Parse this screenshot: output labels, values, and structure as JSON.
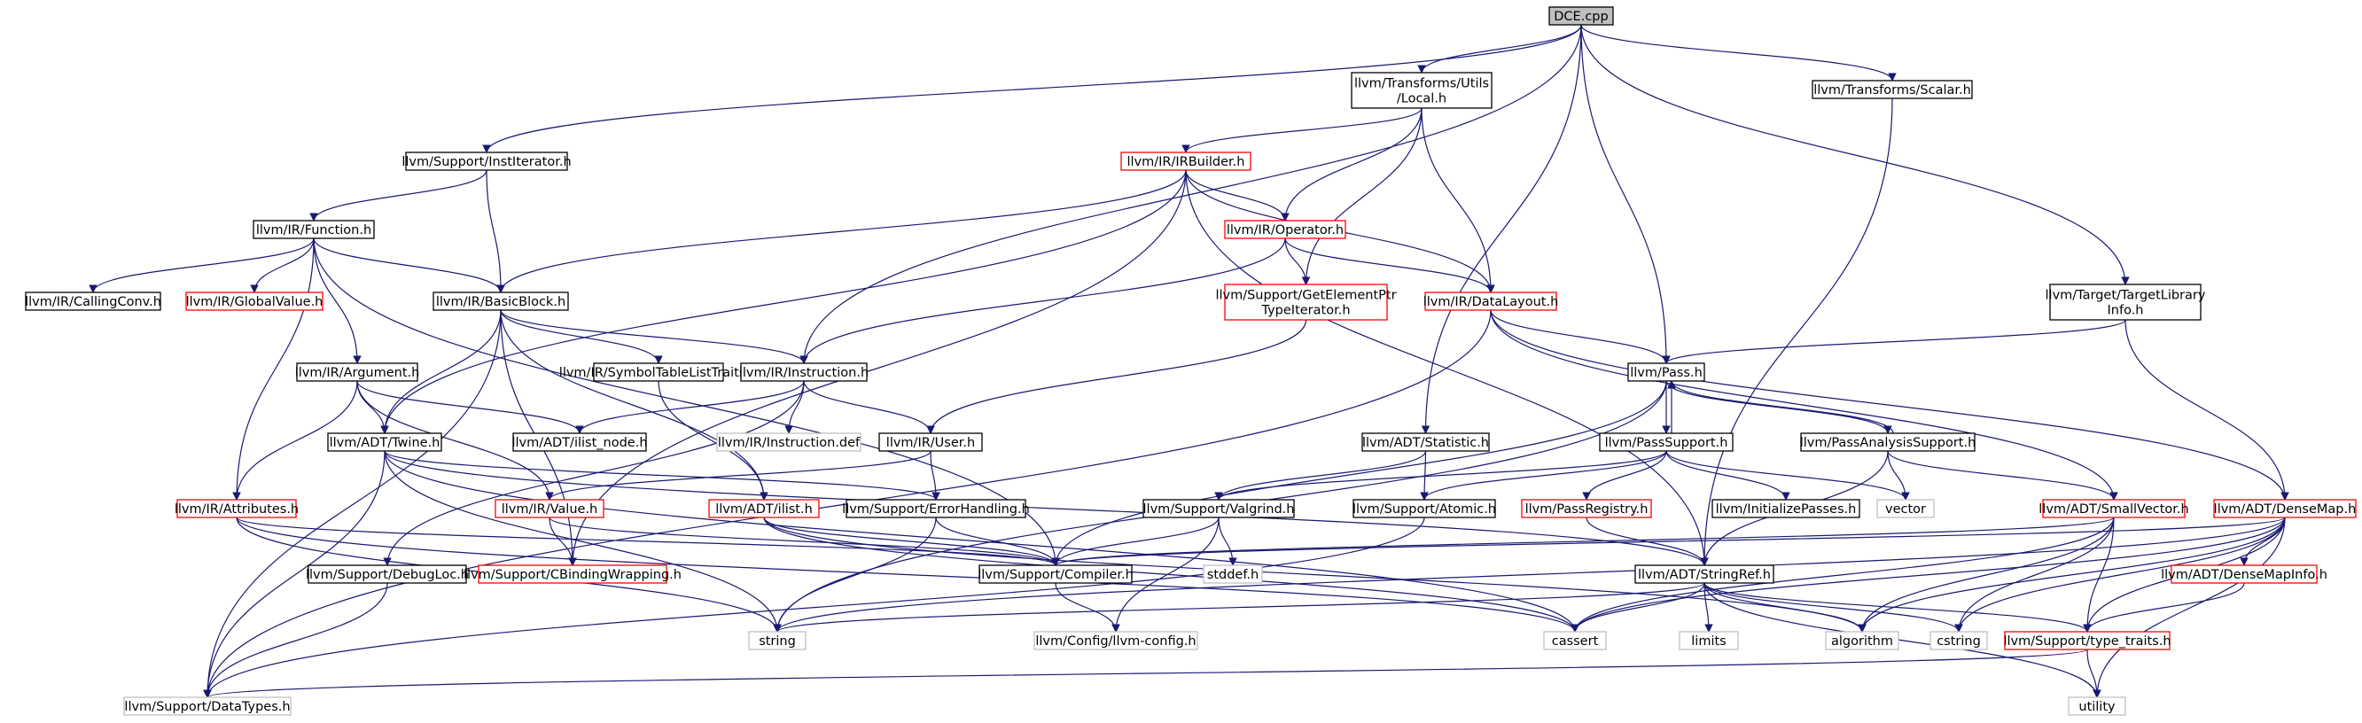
{
  "diagram": {
    "type": "include-dependency-graph",
    "colors": {
      "edge": "#191970",
      "documented_border": "#000000",
      "undocumented_border": "#ff0000",
      "system_border": "#bfbfbf",
      "root_fill": "#bfbfbf",
      "fill": "#ffffff"
    },
    "nodes": [
      {
        "id": "n0",
        "lines": [
          "DCE.cpp"
        ],
        "kind": "root"
      },
      {
        "id": "n1",
        "lines": [
          "llvm/Transforms/Utils",
          "/Local.h"
        ],
        "kind": "documented"
      },
      {
        "id": "n2",
        "lines": [
          "llvm/Transforms/Scalar.h"
        ],
        "kind": "documented"
      },
      {
        "id": "n3",
        "lines": [
          "llvm/Support/InstIterator.h"
        ],
        "kind": "documented"
      },
      {
        "id": "n4",
        "lines": [
          "llvm/IR/IRBuilder.h"
        ],
        "kind": "undocumented"
      },
      {
        "id": "n5",
        "lines": [
          "llvm/IR/Function.h"
        ],
        "kind": "documented"
      },
      {
        "id": "n6",
        "lines": [
          "llvm/IR/Operator.h"
        ],
        "kind": "undocumented"
      },
      {
        "id": "n7",
        "lines": [
          "llvm/IR/CallingConv.h"
        ],
        "kind": "documented"
      },
      {
        "id": "n8",
        "lines": [
          "llvm/IR/GlobalValue.h"
        ],
        "kind": "undocumented"
      },
      {
        "id": "n9",
        "lines": [
          "llvm/IR/BasicBlock.h"
        ],
        "kind": "documented"
      },
      {
        "id": "n10",
        "lines": [
          "llvm/Support/GetElementPtr",
          "TypeIterator.h"
        ],
        "kind": "undocumented"
      },
      {
        "id": "n11",
        "lines": [
          "llvm/IR/DataLayout.h"
        ],
        "kind": "undocumented"
      },
      {
        "id": "n12",
        "lines": [
          "llvm/Target/TargetLibrary",
          "Info.h"
        ],
        "kind": "documented"
      },
      {
        "id": "n13",
        "lines": [
          "llvm/IR/Argument.h"
        ],
        "kind": "documented"
      },
      {
        "id": "n14",
        "lines": [
          "llvm/IR/SymbolTableListTraits.h"
        ],
        "kind": "documented"
      },
      {
        "id": "n15",
        "lines": [
          "llvm/IR/Instruction.h"
        ],
        "kind": "documented"
      },
      {
        "id": "n16",
        "lines": [
          "llvm/Pass.h"
        ],
        "kind": "documented"
      },
      {
        "id": "n17",
        "lines": [
          "llvm/ADT/Twine.h"
        ],
        "kind": "documented"
      },
      {
        "id": "n18",
        "lines": [
          "llvm/ADT/ilist_node.h"
        ],
        "kind": "documented"
      },
      {
        "id": "n19",
        "lines": [
          "llvm/IR/Instruction.def"
        ],
        "kind": "system"
      },
      {
        "id": "n20",
        "lines": [
          "llvm/IR/User.h"
        ],
        "kind": "documented"
      },
      {
        "id": "n21",
        "lines": [
          "llvm/ADT/Statistic.h"
        ],
        "kind": "documented"
      },
      {
        "id": "n22",
        "lines": [
          "llvm/PassSupport.h"
        ],
        "kind": "documented"
      },
      {
        "id": "n23",
        "lines": [
          "llvm/PassAnalysisSupport.h"
        ],
        "kind": "documented"
      },
      {
        "id": "n24",
        "lines": [
          "llvm/IR/Attributes.h"
        ],
        "kind": "undocumented"
      },
      {
        "id": "n25",
        "lines": [
          "llvm/IR/Value.h"
        ],
        "kind": "undocumented"
      },
      {
        "id": "n26",
        "lines": [
          "llvm/ADT/ilist.h"
        ],
        "kind": "undocumented"
      },
      {
        "id": "n27",
        "lines": [
          "llvm/Support/ErrorHandling.h"
        ],
        "kind": "documented"
      },
      {
        "id": "n28",
        "lines": [
          "llvm/Support/Valgrind.h"
        ],
        "kind": "documented"
      },
      {
        "id": "n29",
        "lines": [
          "llvm/Support/Atomic.h"
        ],
        "kind": "documented"
      },
      {
        "id": "n30",
        "lines": [
          "llvm/PassRegistry.h"
        ],
        "kind": "undocumented"
      },
      {
        "id": "n31",
        "lines": [
          "llvm/InitializePasses.h"
        ],
        "kind": "documented"
      },
      {
        "id": "n32",
        "lines": [
          "vector"
        ],
        "kind": "system"
      },
      {
        "id": "n33",
        "lines": [
          "llvm/ADT/SmallVector.h"
        ],
        "kind": "undocumented"
      },
      {
        "id": "n34",
        "lines": [
          "llvm/ADT/DenseMap.h"
        ],
        "kind": "undocumented"
      },
      {
        "id": "n35",
        "lines": [
          "llvm/Support/DebugLoc.h"
        ],
        "kind": "documented"
      },
      {
        "id": "n36",
        "lines": [
          "llvm/Support/CBindingWrapping.h"
        ],
        "kind": "undocumented"
      },
      {
        "id": "n37",
        "lines": [
          "llvm/Support/Compiler.h"
        ],
        "kind": "documented"
      },
      {
        "id": "n38",
        "lines": [
          "stddef.h"
        ],
        "kind": "system"
      },
      {
        "id": "n39",
        "lines": [
          "llvm/ADT/StringRef.h"
        ],
        "kind": "documented"
      },
      {
        "id": "n40",
        "lines": [
          "llvm/ADT/DenseMapInfo.h"
        ],
        "kind": "undocumented"
      },
      {
        "id": "n41",
        "lines": [
          "string"
        ],
        "kind": "system"
      },
      {
        "id": "n42",
        "lines": [
          "cassert"
        ],
        "kind": "system"
      },
      {
        "id": "n43",
        "lines": [
          "llvm/Config/llvm-config.h"
        ],
        "kind": "system"
      },
      {
        "id": "n44",
        "lines": [
          "limits"
        ],
        "kind": "system"
      },
      {
        "id": "n45",
        "lines": [
          "algorithm"
        ],
        "kind": "system"
      },
      {
        "id": "n46",
        "lines": [
          "cstring"
        ],
        "kind": "system"
      },
      {
        "id": "n47",
        "lines": [
          "llvm/Support/type_traits.h"
        ],
        "kind": "undocumented"
      },
      {
        "id": "n48",
        "lines": [
          "llvm/Support/DataTypes.h"
        ],
        "kind": "system"
      },
      {
        "id": "n49",
        "lines": [
          "utility"
        ],
        "kind": "system"
      }
    ],
    "edges": [
      [
        "n0",
        "n1"
      ],
      [
        "n0",
        "n2"
      ],
      [
        "n0",
        "n3"
      ],
      [
        "n0",
        "n15"
      ],
      [
        "n0",
        "n16"
      ],
      [
        "n0",
        "n21"
      ],
      [
        "n0",
        "n12"
      ],
      [
        "n1",
        "n4"
      ],
      [
        "n1",
        "n6"
      ],
      [
        "n1",
        "n10"
      ],
      [
        "n1",
        "n11"
      ],
      [
        "n2",
        "n39"
      ],
      [
        "n3",
        "n5"
      ],
      [
        "n3",
        "n9"
      ],
      [
        "n4",
        "n6"
      ],
      [
        "n4",
        "n11"
      ],
      [
        "n4",
        "n9"
      ],
      [
        "n4",
        "n17"
      ],
      [
        "n4",
        "n36"
      ],
      [
        "n4",
        "n39"
      ],
      [
        "n5",
        "n7"
      ],
      [
        "n5",
        "n8"
      ],
      [
        "n5",
        "n9"
      ],
      [
        "n5",
        "n13"
      ],
      [
        "n5",
        "n24"
      ],
      [
        "n5",
        "n37"
      ],
      [
        "n6",
        "n10"
      ],
      [
        "n6",
        "n11"
      ],
      [
        "n6",
        "n15"
      ],
      [
        "n9",
        "n15"
      ],
      [
        "n9",
        "n14"
      ],
      [
        "n9",
        "n17"
      ],
      [
        "n9",
        "n26"
      ],
      [
        "n9",
        "n36"
      ],
      [
        "n9",
        "n48"
      ],
      [
        "n10",
        "n20"
      ],
      [
        "n11",
        "n16"
      ],
      [
        "n11",
        "n34"
      ],
      [
        "n11",
        "n33"
      ],
      [
        "n11",
        "n48"
      ],
      [
        "n12",
        "n16"
      ],
      [
        "n12",
        "n34"
      ],
      [
        "n13",
        "n17"
      ],
      [
        "n13",
        "n18"
      ],
      [
        "n13",
        "n24"
      ],
      [
        "n13",
        "n25"
      ],
      [
        "n14",
        "n26"
      ],
      [
        "n15",
        "n18"
      ],
      [
        "n15",
        "n19"
      ],
      [
        "n15",
        "n20"
      ],
      [
        "n15",
        "n35"
      ],
      [
        "n16",
        "n22"
      ],
      [
        "n16",
        "n23"
      ],
      [
        "n16",
        "n37"
      ],
      [
        "n16",
        "n41"
      ],
      [
        "n17",
        "n39"
      ],
      [
        "n17",
        "n27"
      ],
      [
        "n17",
        "n42"
      ],
      [
        "n17",
        "n41"
      ],
      [
        "n17",
        "n48"
      ],
      [
        "n20",
        "n25"
      ],
      [
        "n20",
        "n27"
      ],
      [
        "n21",
        "n28"
      ],
      [
        "n21",
        "n29"
      ],
      [
        "n22",
        "n16"
      ],
      [
        "n22",
        "n28"
      ],
      [
        "n22",
        "n29"
      ],
      [
        "n22",
        "n30"
      ],
      [
        "n22",
        "n31"
      ],
      [
        "n22",
        "n32"
      ],
      [
        "n23",
        "n16"
      ],
      [
        "n23",
        "n32"
      ],
      [
        "n23",
        "n33"
      ],
      [
        "n23",
        "n39"
      ],
      [
        "n24",
        "n37"
      ],
      [
        "n24",
        "n41"
      ],
      [
        "n24",
        "n42"
      ],
      [
        "n25",
        "n36"
      ],
      [
        "n25",
        "n37"
      ],
      [
        "n26",
        "n37"
      ],
      [
        "n26",
        "n42"
      ],
      [
        "n26",
        "n45"
      ],
      [
        "n27",
        "n37"
      ],
      [
        "n27",
        "n41"
      ],
      [
        "n28",
        "n37"
      ],
      [
        "n28",
        "n38"
      ],
      [
        "n28",
        "n43"
      ],
      [
        "n29",
        "n48"
      ],
      [
        "n30",
        "n39"
      ],
      [
        "n33",
        "n37"
      ],
      [
        "n33",
        "n42"
      ],
      [
        "n33",
        "n45"
      ],
      [
        "n33",
        "n46"
      ],
      [
        "n33",
        "n47"
      ],
      [
        "n34",
        "n40"
      ],
      [
        "n34",
        "n42"
      ],
      [
        "n34",
        "n41"
      ],
      [
        "n34",
        "n45"
      ],
      [
        "n34",
        "n46"
      ],
      [
        "n34",
        "n47"
      ],
      [
        "n34",
        "n49"
      ],
      [
        "n34",
        "n37"
      ],
      [
        "n35",
        "n48"
      ],
      [
        "n37",
        "n43"
      ],
      [
        "n39",
        "n42"
      ],
      [
        "n39",
        "n44"
      ],
      [
        "n39",
        "n45"
      ],
      [
        "n39",
        "n46"
      ],
      [
        "n39",
        "n47"
      ],
      [
        "n39",
        "n49"
      ],
      [
        "n39",
        "n41"
      ],
      [
        "n40",
        "n47"
      ],
      [
        "n47",
        "n48"
      ],
      [
        "n47",
        "n49"
      ]
    ]
  }
}
